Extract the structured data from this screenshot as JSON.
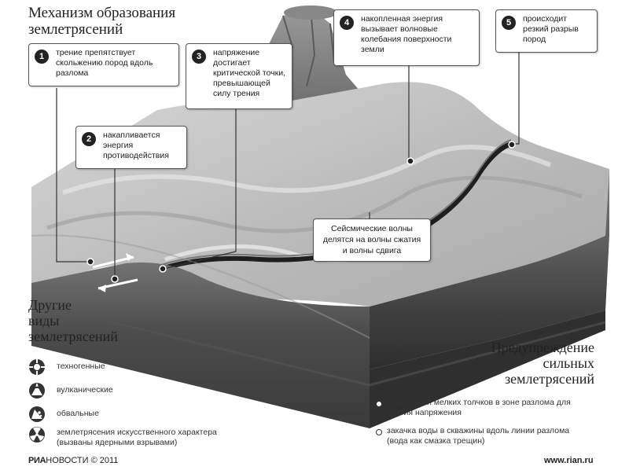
{
  "title": {
    "line1": "Механизм образования",
    "line2": "землетрясений"
  },
  "steps": [
    {
      "num": "1",
      "text": "трение препятствует скольжению пород вдоль разлома"
    },
    {
      "num": "2",
      "text": "накапливается энергия противодействия"
    },
    {
      "num": "3",
      "text": "напряжение достигает критической точки, превышающей силу трения"
    },
    {
      "num": "4",
      "text": "накопленная энергия вызывает волновые колебания поверхности земли"
    },
    {
      "num": "5",
      "text": "происходит резкий разрыв пород"
    }
  ],
  "seismic_note": "Сейсмические волны делятся на волны сжатия и волны сдвига",
  "other_types": {
    "title_line1": "Другие",
    "title_line2": "виды",
    "title_line3": "землетрясений",
    "items": [
      {
        "icon": "technogenic-icon",
        "label": "техногенные"
      },
      {
        "icon": "volcanic-icon",
        "label": "вулканические"
      },
      {
        "icon": "landslide-icon",
        "label": "обвальные"
      },
      {
        "icon": "radiation-icon",
        "label": "землетрясения искусственного характера (вызваны ядерными взрывами)"
      }
    ]
  },
  "warning": {
    "title_line1": "Предупреждение",
    "title_line2": "сильных",
    "title_line3": "землетрясений",
    "items": [
      "провокация мелких толчков в зоне разлома для снятия напряжения",
      "закачка воды в скважины вдоль линии разлома (вода как смазка трещин)"
    ]
  },
  "footer": {
    "brand_bold": "РИА",
    "brand_rest": "НОВОСТИ © 2011",
    "url": "www.rian.ru"
  }
}
